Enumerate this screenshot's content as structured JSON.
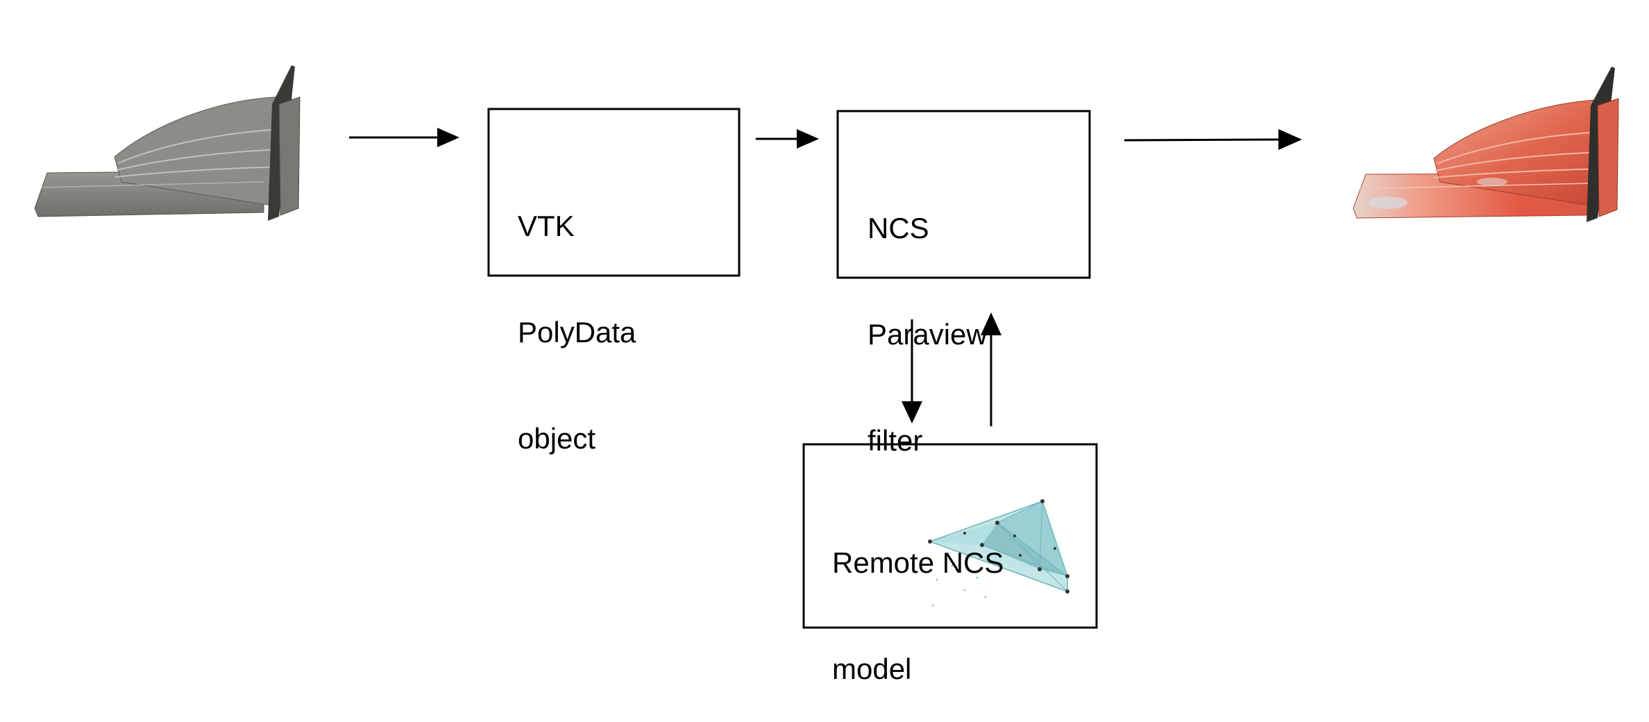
{
  "diagram": {
    "boxes": {
      "vtk_polydata": {
        "lines": [
          "VTK",
          "PolyData",
          "object"
        ]
      },
      "ncs_filter": {
        "lines": [
          "NCS",
          "Paraview",
          "filter"
        ]
      },
      "remote_model": {
        "lines": [
          "Remote NCS",
          "model"
        ]
      }
    },
    "images": {
      "input_wing": {
        "icon": "grey-wing-mesh-icon",
        "color": "#8a8a85"
      },
      "output_wing": {
        "icon": "colored-wing-result-icon",
        "color": "#e0664f"
      },
      "model_graph": {
        "icon": "network-graph-icon",
        "color": "#8fcfd3"
      }
    },
    "colors": {
      "line": "#000000",
      "background": "#ffffff"
    }
  }
}
